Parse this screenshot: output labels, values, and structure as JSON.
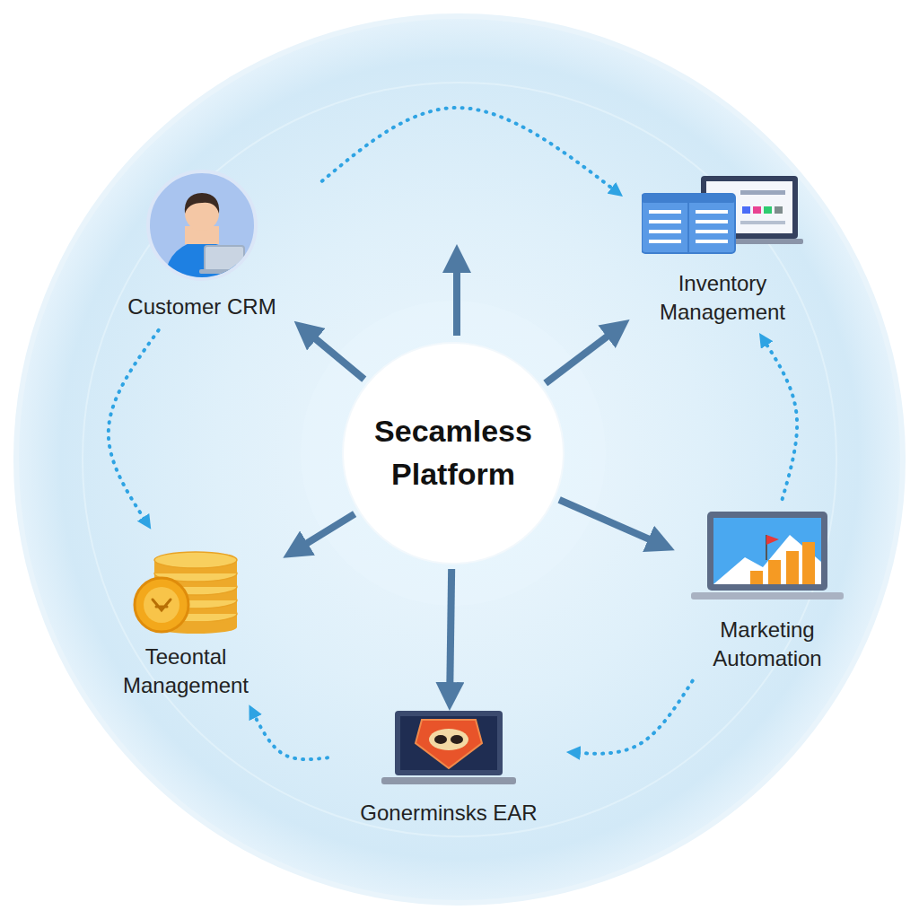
{
  "diagram": {
    "nodes": [
      {
        "text": [
          "Secamless Platform"
        ]
      },
      {
        "text": [
          "Customer CRM"
        ]
      },
      {
        "text": [
          "Inventory Management"
        ]
      },
      {
        "text": [
          "Teeontal Management"
        ]
      },
      {
        "text": [
          "Marketing Automation"
        ]
      },
      {
        "text": [
          "Gonerminsks EAR"
        ]
      }
    ],
    "edges": [
      {
        "from": 0,
        "to": 1,
        "arrow": "to"
      },
      {
        "from": 0,
        "to": 2,
        "arrow": "to"
      },
      {
        "from": 0,
        "to": 3,
        "arrow": "to"
      },
      {
        "from": 0,
        "to": 4,
        "arrow": "to"
      },
      {
        "from": 0,
        "to": 5,
        "arrow": "to"
      },
      {
        "from": 1,
        "to": 2,
        "arrow": "to"
      },
      {
        "from": 4,
        "to": 2,
        "arrow": "to"
      },
      {
        "from": 4,
        "to": 5,
        "arrow": "to"
      },
      {
        "from": 5,
        "to": 3,
        "arrow": "to"
      },
      {
        "from": 1,
        "to": 3,
        "arrow": "to"
      }
    ]
  }
}
